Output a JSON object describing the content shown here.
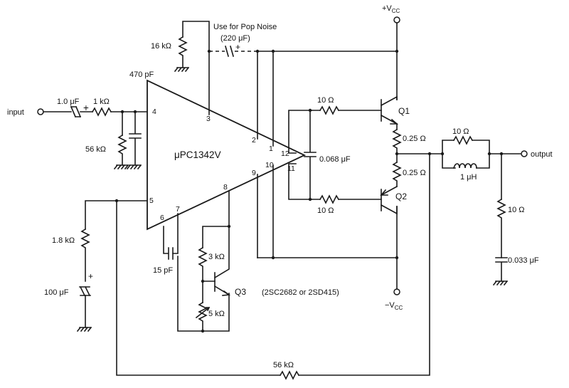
{
  "chip": {
    "label": "μPC1342V"
  },
  "supply": {
    "pos": "+V",
    "pos_sub": "CC",
    "neg": "−V",
    "neg_sub": "CC"
  },
  "io": {
    "input": "input",
    "output": "output"
  },
  "note": {
    "line1": "Use for Pop Noise",
    "line2": "(220 μF)"
  },
  "pins": [
    "1",
    "2",
    "3",
    "4",
    "5",
    "6",
    "7",
    "8",
    "9",
    "10",
    "11",
    "12"
  ],
  "components": {
    "c_pop_rc": "16 kΩ",
    "c_470p": "470 pF",
    "c_in": "1.0 μF",
    "r_in": "1 kΩ",
    "r_in_shunt": "56 kΩ",
    "r_base_q1": "10 Ω",
    "r_base_q2": "10 Ω",
    "c_base": "0.068 μF",
    "r_e1": "0.25 Ω",
    "r_e2": "0.25 Ω",
    "r_par": "10 Ω",
    "l_out": "1 μH",
    "r_zobel": "10 Ω",
    "c_zobel": "0.033 μF",
    "r_fb_shunt": "1.8 kΩ",
    "c_fb": "100 μF",
    "c_comp": "15 pF",
    "r_bias_top": "3 kΩ",
    "r_bias_pot": "5 kΩ",
    "r_feedback": "56 kΩ"
  },
  "transistors": {
    "q1": "Q1",
    "q2": "Q2",
    "q3": "Q3",
    "q_sub": "1",
    "q2_sub": "2",
    "q3_sub": "3"
  },
  "q3_note": "(2SC2682 or 2SD415)"
}
